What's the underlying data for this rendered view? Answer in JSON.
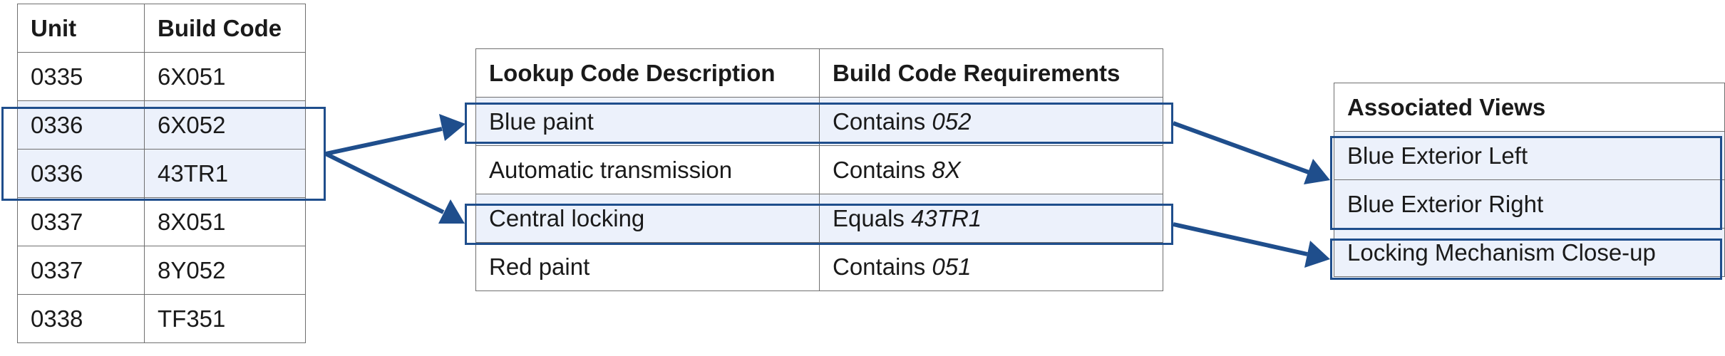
{
  "units_table": {
    "headers": [
      "Unit",
      "Build Code"
    ],
    "rows": [
      {
        "unit": "0335",
        "code": "6X051"
      },
      {
        "unit": "0336",
        "code": "6X052"
      },
      {
        "unit": "0336",
        "code": "43TR1"
      },
      {
        "unit": "0337",
        "code": "8X051"
      },
      {
        "unit": "0337",
        "code": "8Y052"
      },
      {
        "unit": "0338",
        "code": "TF351"
      }
    ]
  },
  "lookup_table": {
    "headers": [
      "Lookup Code Description",
      "Build Code Requirements"
    ],
    "rows": [
      {
        "description": "Blue paint",
        "op": "Contains",
        "value": "052"
      },
      {
        "description": "Automatic transmission",
        "op": "Contains",
        "value": "8X"
      },
      {
        "description": "Central locking",
        "op": "Equals",
        "value": "43TR1"
      },
      {
        "description": "Red paint",
        "op": "Contains",
        "value": "051"
      }
    ]
  },
  "views_table": {
    "header": "Associated Views",
    "rows": [
      "Blue Exterior Left",
      "Blue Exterior Right",
      "Locking Mechanism Close-up"
    ]
  },
  "colors": {
    "highlight_fill": "#ecf1fb",
    "highlight_border": "#1f4e8c",
    "arrow": "#1f4e8c"
  }
}
